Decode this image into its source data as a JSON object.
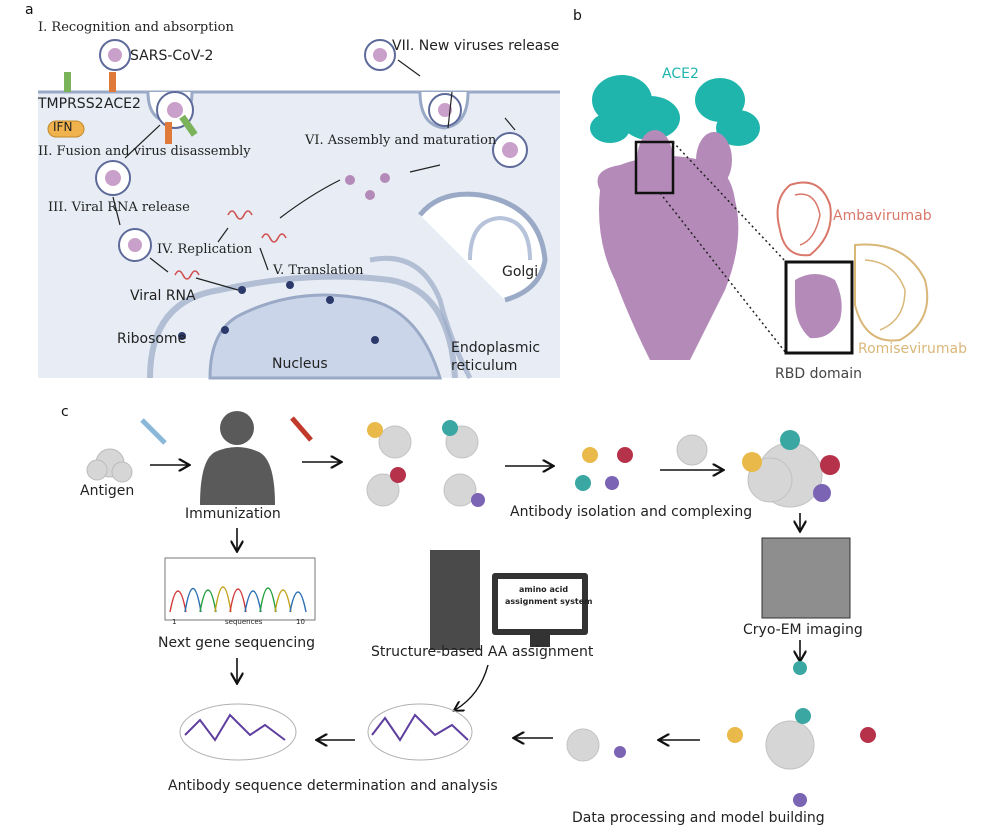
{
  "panel_a": {
    "letter": "a",
    "steps": {
      "recognition": "I. Recognition and absorption",
      "fusion": "II. Fusion and virus disassembly",
      "rna_release": "III. Viral RNA release",
      "replication": "IV. Replication",
      "translation": "V. Translation",
      "assembly": "VI. Assembly and maturation",
      "release": "VII. New viruses release"
    },
    "labels": {
      "virus": "SARS-CoV-2",
      "tmprss2": "TMPRSS2",
      "ace2": "ACE2",
      "ifn": "IFN",
      "viral_rna": "Viral RNA",
      "ribosome": "Ribosome",
      "nucleus": "Nucleus",
      "golgi": "Golgi",
      "er_line1": "Endoplasmic",
      "er_line2": "reticulum"
    }
  },
  "panel_b": {
    "letter": "b",
    "labels": {
      "ace2": "ACE2",
      "ambavirumab": "Ambavirumab",
      "romisevirumab": "Romisevirumab",
      "rbd": "RBD domain"
    },
    "colors": {
      "ace2": "#1fb5ad",
      "spike": "#b48ab8",
      "ambavirumab": "#d9776a",
      "romisevirumab": "#d9b779"
    }
  },
  "panel_c": {
    "letter": "c",
    "labels": {
      "antigen": "Antigen",
      "immunization": "Immunization",
      "isolation": "Antibody isolation and complexing",
      "cryo": "Cryo-EM imaging",
      "ngs": "Next gene sequencing",
      "structure_aa": "Structure-based AA assignment",
      "data_processing": "Data processing and model building",
      "sequence_analysis": "Antibody sequence determination and analysis",
      "screen_line1": "amino acid",
      "screen_line2": "assignment system",
      "seq_axis_start": "1",
      "seq_axis_mid": "sequences",
      "seq_axis_end": "10"
    },
    "colors": {
      "yellow": "#e9b949",
      "teal": "#3aa7a3",
      "crimson": "#b5324a",
      "purple": "#7b64b4"
    }
  }
}
